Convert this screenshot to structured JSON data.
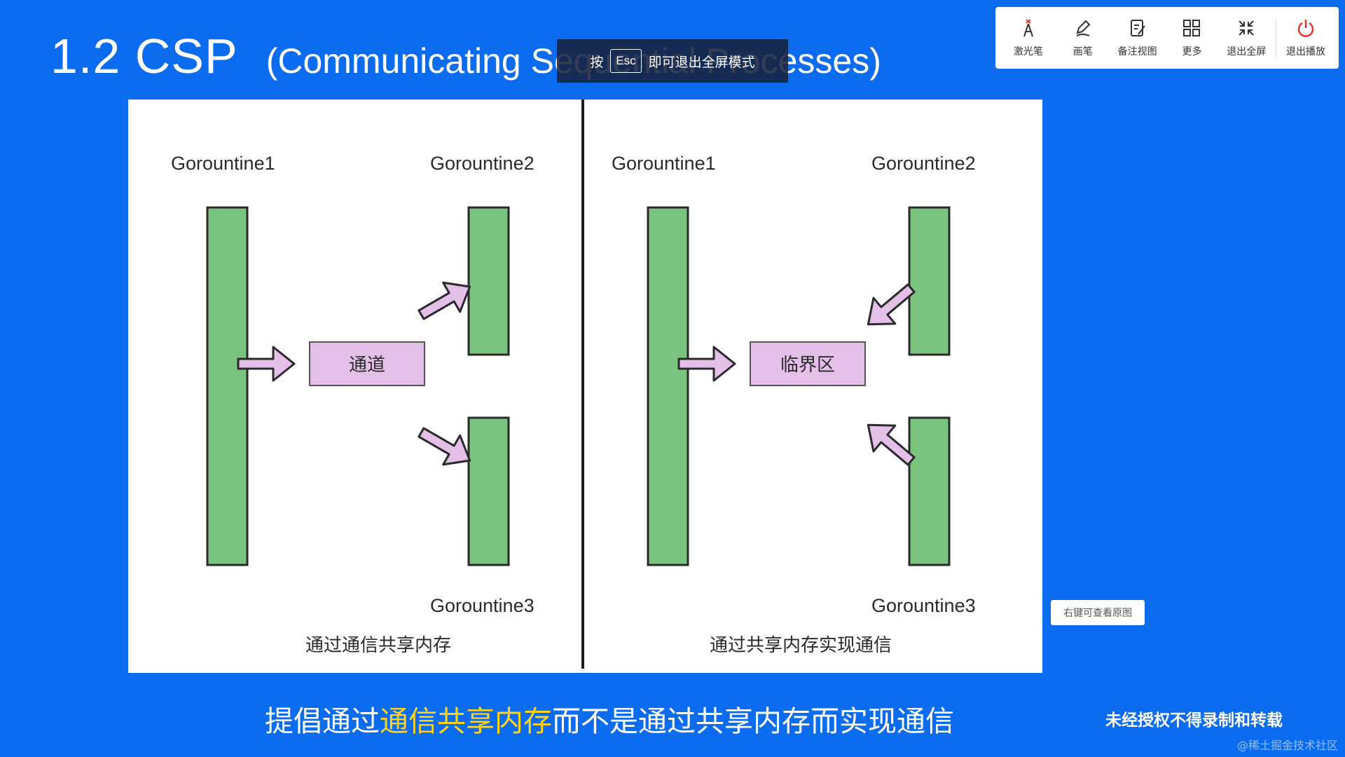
{
  "slide": {
    "title_num": "1.2 CSP",
    "title_sub": "(Communicating Sequential Processes)"
  },
  "esc_banner": {
    "pre": "按",
    "key": "Esc",
    "post": "即可退出全屏模式"
  },
  "toolbar": {
    "items": [
      {
        "label": "激光笔",
        "icon": "laser-pointer-icon"
      },
      {
        "label": "画笔",
        "icon": "pen-icon"
      },
      {
        "label": "备注视图",
        "icon": "notes-view-icon"
      },
      {
        "label": "更多",
        "icon": "grid-more-icon"
      },
      {
        "label": "退出全屏",
        "icon": "exit-fullscreen-icon"
      },
      {
        "label": "退出播放",
        "icon": "power-icon"
      }
    ]
  },
  "diagram": {
    "left": {
      "g1": "Gorountine1",
      "g2": "Gorountine2",
      "g3": "Gorountine3",
      "box": "通道",
      "caption": "通过通信共享内存"
    },
    "right": {
      "g1": "Gorountine1",
      "g2": "Gorountine2",
      "g3": "Gorountine3",
      "box": "临界区",
      "caption": "通过共享内存实现通信"
    },
    "colors": {
      "bar": "#7bc47f",
      "box": "#e4c0e8",
      "arrow": "#e4c0e8",
      "stroke": "#2a2a2a"
    }
  },
  "save_hint": "右键可查看原图",
  "caption": {
    "pre": "提倡通过",
    "highlight": "通信共享内存",
    "post": "而不是通过共享内存而实现通信"
  },
  "notice": "未经授权不得录制和转载",
  "credit": "@稀土掘金技术社区"
}
